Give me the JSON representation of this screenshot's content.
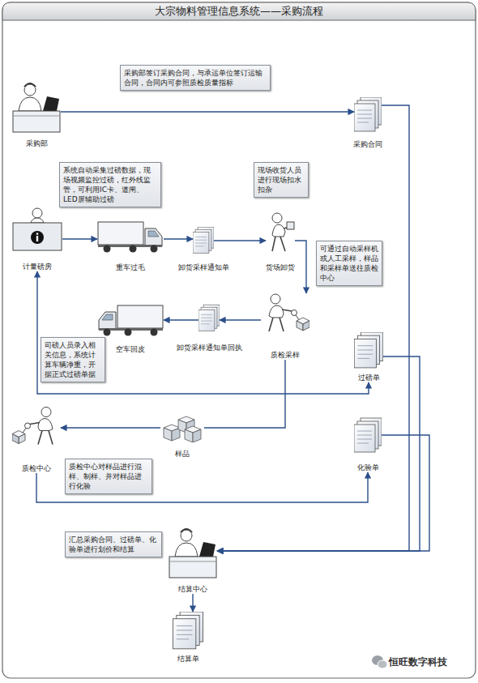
{
  "diagram": {
    "title": "大宗物料管理信息系统——采购流程",
    "nodes": [
      {
        "text": [
          "采购部"
        ]
      },
      {
        "text": [
          "采购部签订采购合同，与承运单位签订运输合同，合同内可参照质检质量指标"
        ]
      },
      {
        "text": [
          "采购合同"
        ]
      },
      {
        "text": [
          "系统自动采集过磅数据，现场视频监控过磅，红外线监管，可利用IC卡、道闸、LED屏辅助过磅"
        ]
      },
      {
        "text": [
          "现场收货人员进行现场扣水扣杂"
        ]
      },
      {
        "text": [
          "计量磅房"
        ]
      },
      {
        "text": [
          "重车过毛"
        ]
      },
      {
        "text": [
          "卸货采样通知单"
        ]
      },
      {
        "text": [
          "货场卸货"
        ]
      },
      {
        "text": [
          "可通过自动采样机或人工采样，样品和采样单送往质检中心"
        ]
      },
      {
        "text": [
          "空车回皮"
        ]
      },
      {
        "text": [
          "卸货采样通知单回执"
        ]
      },
      {
        "text": [
          "质检采样"
        ]
      },
      {
        "text": [
          "司磅人员录入相关信息，系统计算车辆净重，开据正式过磅单据"
        ]
      },
      {
        "text": [
          "过磅单"
        ]
      },
      {
        "text": [
          "质检中心"
        ]
      },
      {
        "text": [
          "样品"
        ]
      },
      {
        "text": [
          "化验单"
        ]
      },
      {
        "text": [
          "质检中心对样品进行混样、制样、并对样品进行化验"
        ]
      },
      {
        "text": [
          "汇总采购合同、过磅单、化验单进行划价和结算"
        ]
      },
      {
        "text": [
          "结算中心"
        ]
      },
      {
        "text": [
          "结算单"
        ]
      }
    ],
    "edges": [
      {
        "from": 0,
        "to": 2,
        "arrow": "to"
      },
      {
        "from": 2,
        "to": 20,
        "arrow": "to"
      },
      {
        "from": 5,
        "to": 6,
        "arrow": "to"
      },
      {
        "from": 6,
        "to": 7,
        "arrow": "to"
      },
      {
        "from": 7,
        "to": 8,
        "arrow": "to"
      },
      {
        "from": 8,
        "to": 12,
        "arrow": "to"
      },
      {
        "from": 12,
        "to": 11,
        "arrow": "to"
      },
      {
        "from": 11,
        "to": 10,
        "arrow": "to"
      },
      {
        "from": 5,
        "to": 14,
        "arrow": "both"
      },
      {
        "from": 12,
        "to": 16,
        "arrow": "none"
      },
      {
        "from": 16,
        "to": 15,
        "arrow": "to"
      },
      {
        "from": 15,
        "to": 17,
        "arrow": "to"
      },
      {
        "from": 14,
        "to": 20,
        "arrow": "to"
      },
      {
        "from": 17,
        "to": 20,
        "arrow": "to"
      },
      {
        "from": 20,
        "to": 21,
        "arrow": "to"
      }
    ],
    "labels": [
      "恒旺数字科技"
    ]
  }
}
